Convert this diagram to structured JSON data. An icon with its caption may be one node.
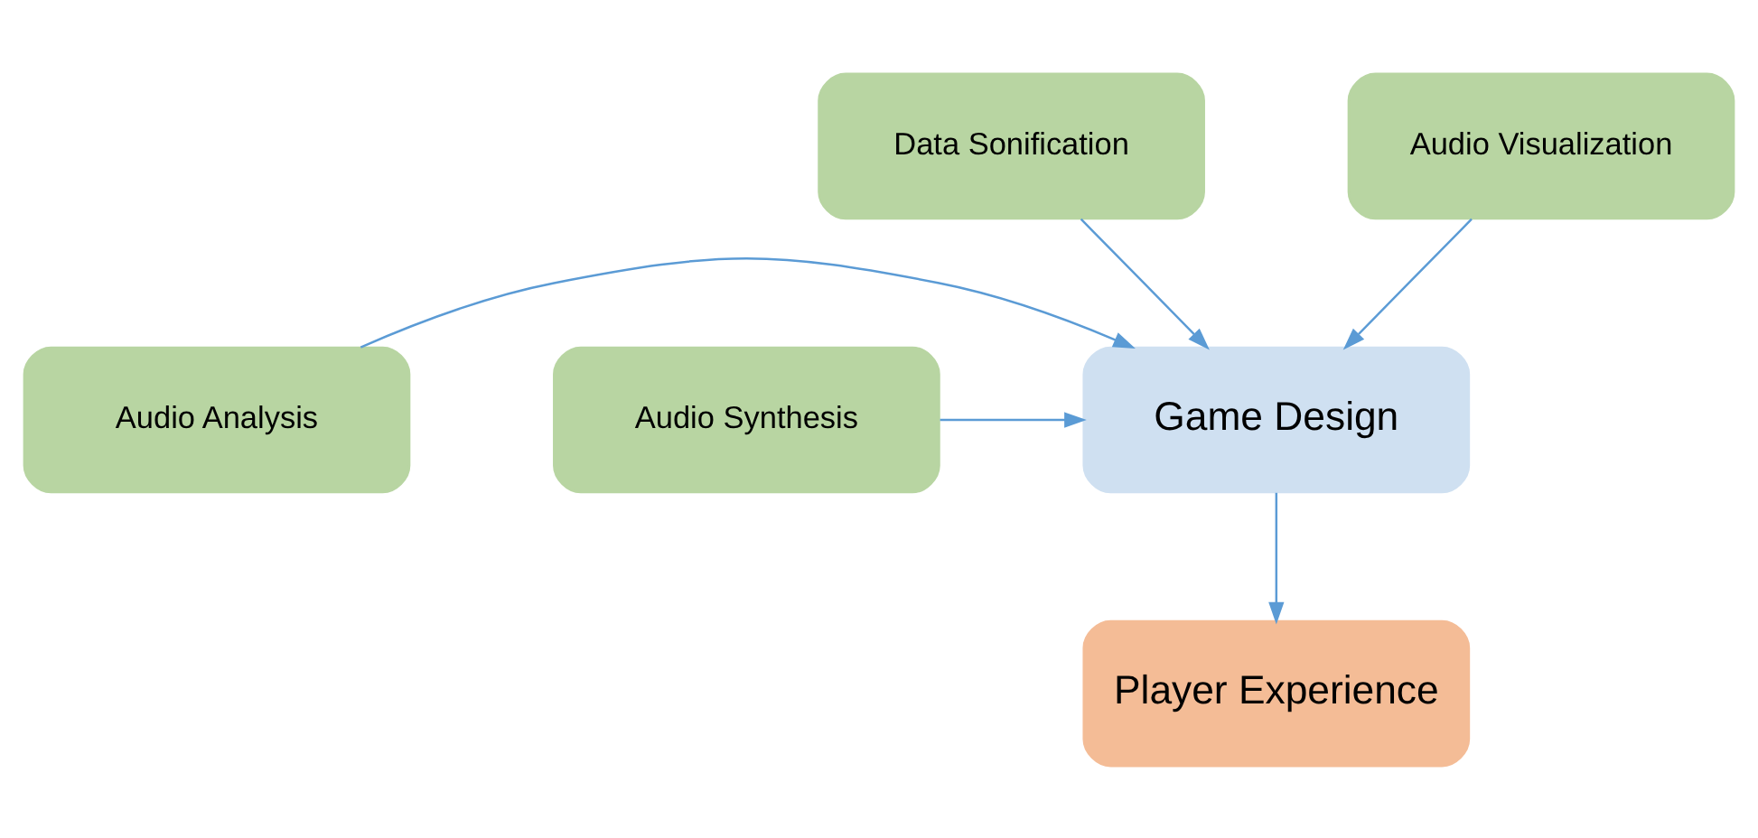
{
  "diagram": {
    "nodes": [
      {
        "text": [
          "Data Sonification"
        ]
      },
      {
        "text": [
          "Audio Visualization"
        ]
      },
      {
        "text": [
          "Audio Analysis"
        ]
      },
      {
        "text": [
          "Game Design"
        ]
      },
      {
        "text": [
          "Audio Synthesis"
        ]
      },
      {
        "text": [
          "Player Experience"
        ]
      }
    ],
    "edges": [
      {
        "from": 0,
        "to": 3,
        "arrow": "to"
      },
      {
        "from": 1,
        "to": 3,
        "arrow": "to"
      },
      {
        "from": 2,
        "to": 3,
        "arrow": "to"
      },
      {
        "from": 4,
        "to": 3,
        "arrow": "to"
      },
      {
        "from": 3,
        "to": 5,
        "arrow": "to"
      }
    ]
  }
}
